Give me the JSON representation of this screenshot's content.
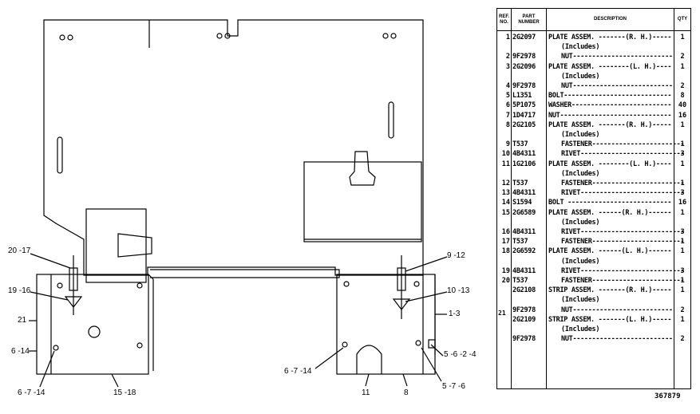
{
  "callouts": [
    "20 -17",
    "19 -16",
    "21",
    "6 -14",
    "6 -7 -14",
    "15 -18",
    "9 -12",
    "10 -13",
    "1-3",
    "5 -6 -2 -4",
    "6 -7 -14",
    "11",
    "8",
    "5 -7 -6"
  ],
  "table": {
    "headers": {
      "ref": "REF. NO.",
      "part": "PART NUMBER",
      "desc": "DESCRIPTION",
      "qty": "QTY"
    },
    "rows": [
      {
        "ref": "1",
        "part": "2G2097",
        "desc": "PLATE ASSEM. -------(R. H.)-------",
        "qty": "1",
        "indent": 0
      },
      {
        "ref": "",
        "part": "",
        "desc": "(Includes)",
        "qty": "",
        "indent": 1
      },
      {
        "ref": "2",
        "part": "9F2978",
        "desc": "NUT--------------------------",
        "qty": "2",
        "indent": 1
      },
      {
        "ref": "3",
        "part": "2G2096",
        "desc": "PLATE ASSEM. --------(L. H.)------",
        "qty": "1",
        "indent": 0
      },
      {
        "ref": "",
        "part": "",
        "desc": "(Includes)",
        "qty": "",
        "indent": 1
      },
      {
        "ref": "4",
        "part": "9F2978",
        "desc": "NUT--------------------------",
        "qty": "2",
        "indent": 1
      },
      {
        "ref": "5",
        "part": "L1351",
        "desc": "BOLT------------------------------",
        "qty": "8",
        "indent": 0
      },
      {
        "ref": "6",
        "part": "5P1075",
        "desc": "WASHER---------------------------",
        "qty": "40",
        "indent": 0
      },
      {
        "ref": "7",
        "part": "1D4717",
        "desc": "NUT-------------------------------",
        "qty": "16",
        "indent": 0
      },
      {
        "ref": "8",
        "part": "2G2105",
        "desc": "PLATE ASSEM. -------(R. H.)-------",
        "qty": "1",
        "indent": 0
      },
      {
        "ref": "",
        "part": "",
        "desc": "(Includes)",
        "qty": "",
        "indent": 1
      },
      {
        "ref": "9",
        "part": "T537",
        "desc": "FASTENER-------------------------",
        "qty": "1",
        "indent": 1
      },
      {
        "ref": "10",
        "part": "4B4311",
        "desc": "RIVET-----------------------------",
        "qty": "3",
        "indent": 1
      },
      {
        "ref": "11",
        "part": "1G2106",
        "desc": "PLATE ASSEM. --------(L. H.)------",
        "qty": "1",
        "indent": 0
      },
      {
        "ref": "",
        "part": "",
        "desc": "(Includes)",
        "qty": "",
        "indent": 1
      },
      {
        "ref": "12",
        "part": "T537",
        "desc": "FASTENER-------------------------",
        "qty": "1",
        "indent": 1
      },
      {
        "ref": "13",
        "part": "4B4311",
        "desc": "RIVET-----------------------------",
        "qty": "3",
        "indent": 1
      },
      {
        "ref": "14",
        "part": "S1594",
        "desc": "BOLT -------------------------------",
        "qty": "16",
        "indent": 0
      },
      {
        "ref": "15",
        "part": "2G6589",
        "desc": "PLATE ASSEM. ------(R. H.)---------",
        "qty": "1",
        "indent": 0
      },
      {
        "ref": "",
        "part": "",
        "desc": "(Includes)",
        "qty": "",
        "indent": 1
      },
      {
        "ref": "16",
        "part": "4B4311",
        "desc": "RIVET-----------------------------",
        "qty": "3",
        "indent": 1
      },
      {
        "ref": "17",
        "part": "T537",
        "desc": "FASTENER------------------------",
        "qty": "1",
        "indent": 1
      },
      {
        "ref": "18",
        "part": "2G6592",
        "desc": "PLATE ASSEM. ------(L. H.)-------",
        "qty": "1",
        "indent": 0
      },
      {
        "ref": "",
        "part": "",
        "desc": "(Includes)",
        "qty": "",
        "indent": 1
      },
      {
        "ref": "19",
        "part": "4B4311",
        "desc": "RIVET-----------------------------",
        "qty": "3",
        "indent": 1
      },
      {
        "ref": "20",
        "part": "T537",
        "desc": "FASTENER-------------------------",
        "qty": "1",
        "indent": 1
      },
      {
        "ref": "",
        "part": "2G2108",
        "desc": "STRIP ASSEM. -------(R. H.)------",
        "qty": "1",
        "indent": 0
      },
      {
        "ref": "",
        "part": "",
        "desc": "(Includes)",
        "qty": "",
        "indent": 1
      },
      {
        "ref": "",
        "part": "9F2978",
        "desc": "NUT--------------------------",
        "qty": "2",
        "indent": 1
      },
      {
        "ref": "",
        "part": "2G2109",
        "desc": "STRIP ASSEM. -------(L. H.)------",
        "qty": "1",
        "indent": 0
      },
      {
        "ref": "",
        "part": "",
        "desc": "(Includes)",
        "qty": "",
        "indent": 1
      },
      {
        "ref": "",
        "part": "9F2978",
        "desc": "NUT--------------------------",
        "qty": "2",
        "indent": 1
      }
    ],
    "group_ref": "21"
  },
  "doc_number": "367879"
}
